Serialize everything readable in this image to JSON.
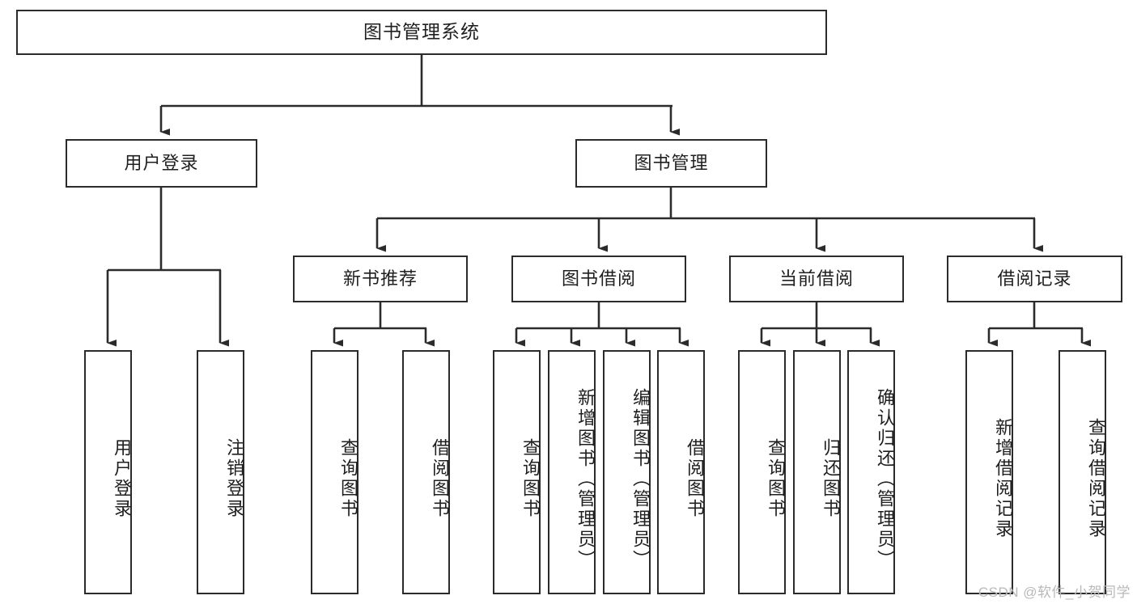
{
  "diagram": {
    "type": "tree-hierarchy",
    "title": "图书管理系统",
    "root": {
      "label": "图书管理系统"
    },
    "level2": [
      {
        "id": "user-login",
        "label": "用户登录"
      },
      {
        "id": "book-manage",
        "label": "图书管理"
      }
    ],
    "level3": [
      {
        "id": "new-book-rec",
        "label": "新书推荐",
        "parent": "book-manage"
      },
      {
        "id": "book-borrow",
        "label": "图书借阅",
        "parent": "book-manage"
      },
      {
        "id": "current-borrow",
        "label": "当前借阅",
        "parent": "book-manage"
      },
      {
        "id": "borrow-record",
        "label": "借阅记录",
        "parent": "book-manage"
      }
    ],
    "leaves": [
      {
        "id": "leaf-user-login",
        "label": "用户登录",
        "parent": "user-login"
      },
      {
        "id": "leaf-logout",
        "label": "注销登录",
        "parent": "user-login"
      },
      {
        "id": "leaf-query-book-1",
        "label": "查询图书",
        "parent": "new-book-rec"
      },
      {
        "id": "leaf-borrow-book-1",
        "label": "借阅图书",
        "parent": "new-book-rec"
      },
      {
        "id": "leaf-query-book-2",
        "label": "查询图书",
        "parent": "book-borrow"
      },
      {
        "id": "leaf-add-book",
        "label": "新增图书（管理员）",
        "parent": "book-borrow"
      },
      {
        "id": "leaf-edit-book",
        "label": "编辑图书（管理员）",
        "parent": "book-borrow"
      },
      {
        "id": "leaf-borrow-book-2",
        "label": "借阅图书",
        "parent": "book-borrow"
      },
      {
        "id": "leaf-query-book-3",
        "label": "查询图书",
        "parent": "current-borrow"
      },
      {
        "id": "leaf-return-book",
        "label": "归还图书",
        "parent": "current-borrow"
      },
      {
        "id": "leaf-confirm-return",
        "label": "确认归还（管理员）",
        "parent": "current-borrow"
      },
      {
        "id": "leaf-add-record",
        "label": "新增借阅记录",
        "parent": "borrow-record"
      },
      {
        "id": "leaf-query-record",
        "label": "查询借阅记录",
        "parent": "borrow-record"
      }
    ],
    "colors": {
      "border": "#2b2b2b",
      "fill": "#ffffff",
      "text": "#1f1f1f",
      "connector": "#2b2b2b",
      "watermark": "#b9b9b9"
    }
  },
  "watermark": {
    "text": "CSDN @软件_小贺同学"
  }
}
